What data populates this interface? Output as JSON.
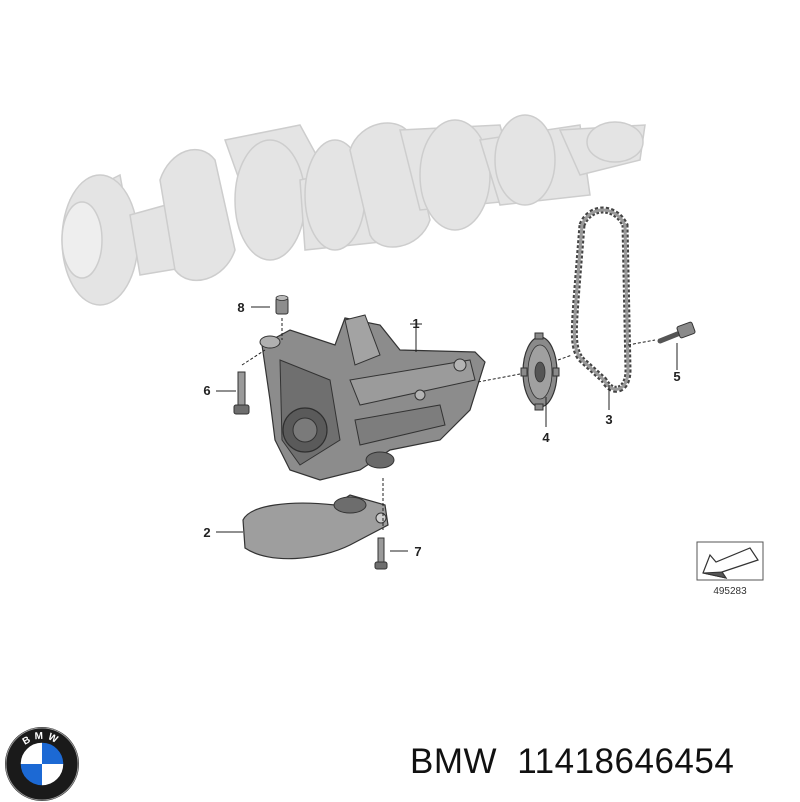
{
  "diagram": {
    "callouts": [
      {
        "id": "1",
        "label": "1"
      },
      {
        "id": "2",
        "label": "2"
      },
      {
        "id": "3",
        "label": "3"
      },
      {
        "id": "4",
        "label": "4"
      },
      {
        "id": "5",
        "label": "5"
      },
      {
        "id": "6",
        "label": "6"
      },
      {
        "id": "7",
        "label": "7"
      },
      {
        "id": "8",
        "label": "8"
      }
    ],
    "reference_number": "495283"
  },
  "brand": {
    "logo_text": "BMW",
    "name": "BMW",
    "part_number": "11418646454"
  },
  "colors": {
    "crankshaft": "#e2e2e2",
    "crankshaft_stroke": "#cfcfcf",
    "pump_body": "#8a8a8a",
    "pump_dark": "#4a4a4a",
    "bmw_blue": "#1c69d4",
    "line": "#222222"
  }
}
